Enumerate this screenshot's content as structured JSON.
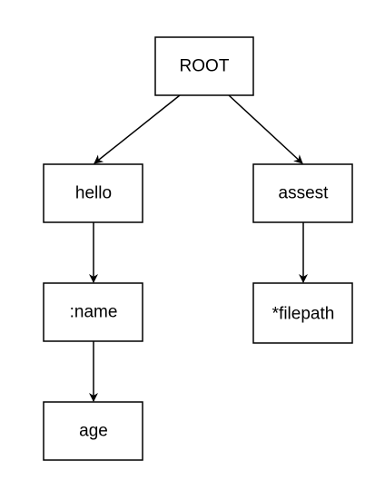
{
  "diagram": {
    "type": "tree",
    "nodes": [
      {
        "id": "root",
        "label": "ROOT"
      },
      {
        "id": "hello",
        "label": "hello"
      },
      {
        "id": "assest",
        "label": "assest"
      },
      {
        "id": "name",
        "label": ":name"
      },
      {
        "id": "filepath",
        "label": "*filepath"
      },
      {
        "id": "age",
        "label": "age"
      }
    ],
    "edges": [
      {
        "from": "root",
        "to": "hello"
      },
      {
        "from": "root",
        "to": "assest"
      },
      {
        "from": "hello",
        "to": "name"
      },
      {
        "from": "assest",
        "to": "filepath"
      },
      {
        "from": "name",
        "to": "age"
      }
    ],
    "colors": {
      "stroke": "#000000",
      "fill": "#ffffff",
      "text": "#000000"
    }
  }
}
